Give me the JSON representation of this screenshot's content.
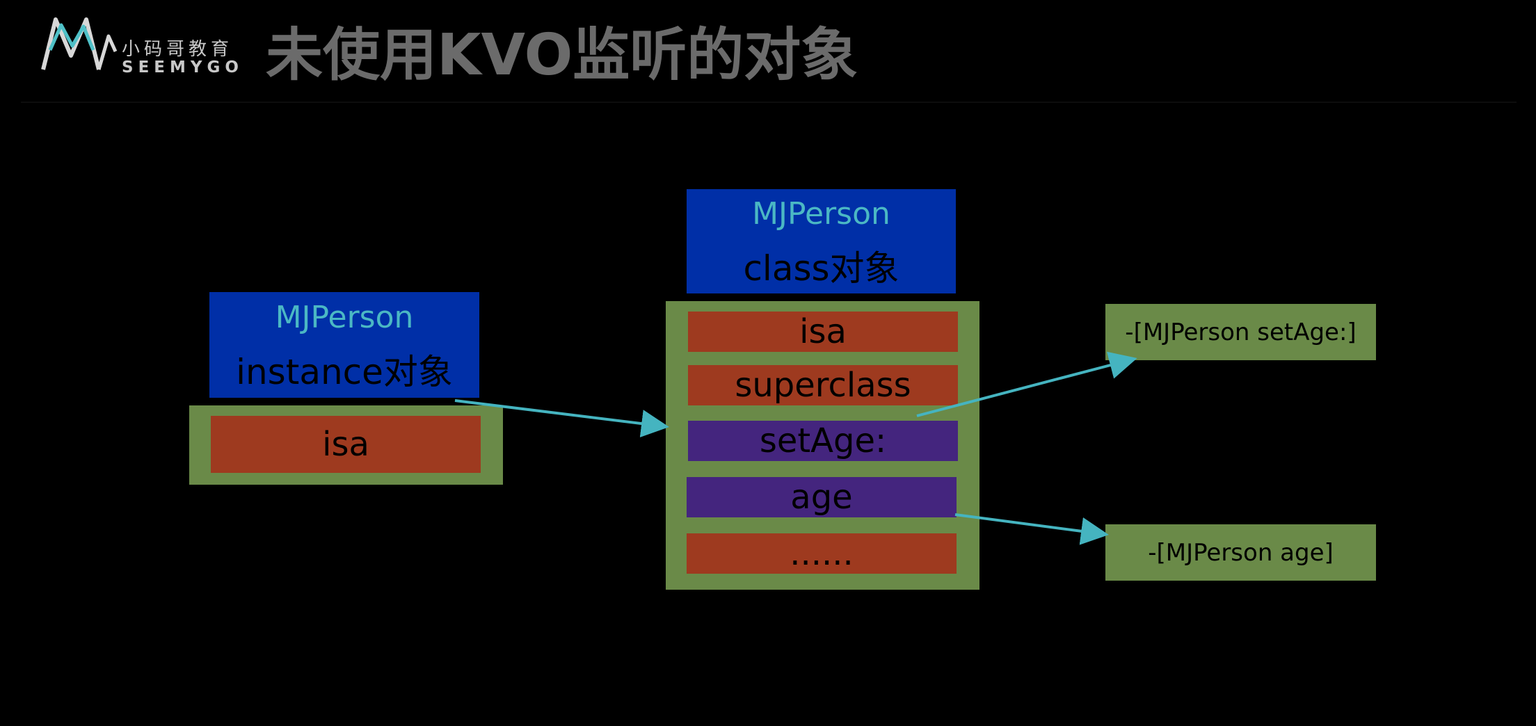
{
  "logo": {
    "chinese": "小码哥教育",
    "english": "SEEMYGO",
    "icon": "mountain-m-logo",
    "colors": {
      "teal": "#4fc1c8",
      "white": "#d8d8d8"
    }
  },
  "title": "未使用KVO监听的对象",
  "instance_object": {
    "name": "MJPerson",
    "kind": "instance对象",
    "members": [
      "isa"
    ]
  },
  "class_object": {
    "name": "MJPerson",
    "kind": "class对象",
    "members": [
      "isa",
      "superclass",
      "setAge:",
      "age",
      "......"
    ]
  },
  "methods": {
    "set_age": "-[MJPerson setAge:]",
    "age": "-[MJPerson age]"
  },
  "colors": {
    "background": "#000000",
    "header_blue": "#002fa7",
    "container_green": "#6a8a48",
    "rust": "#9e3a1f",
    "purple": "#44257e",
    "arrow_teal": "#45b4c0",
    "name_teal": "#4bb8c4"
  }
}
